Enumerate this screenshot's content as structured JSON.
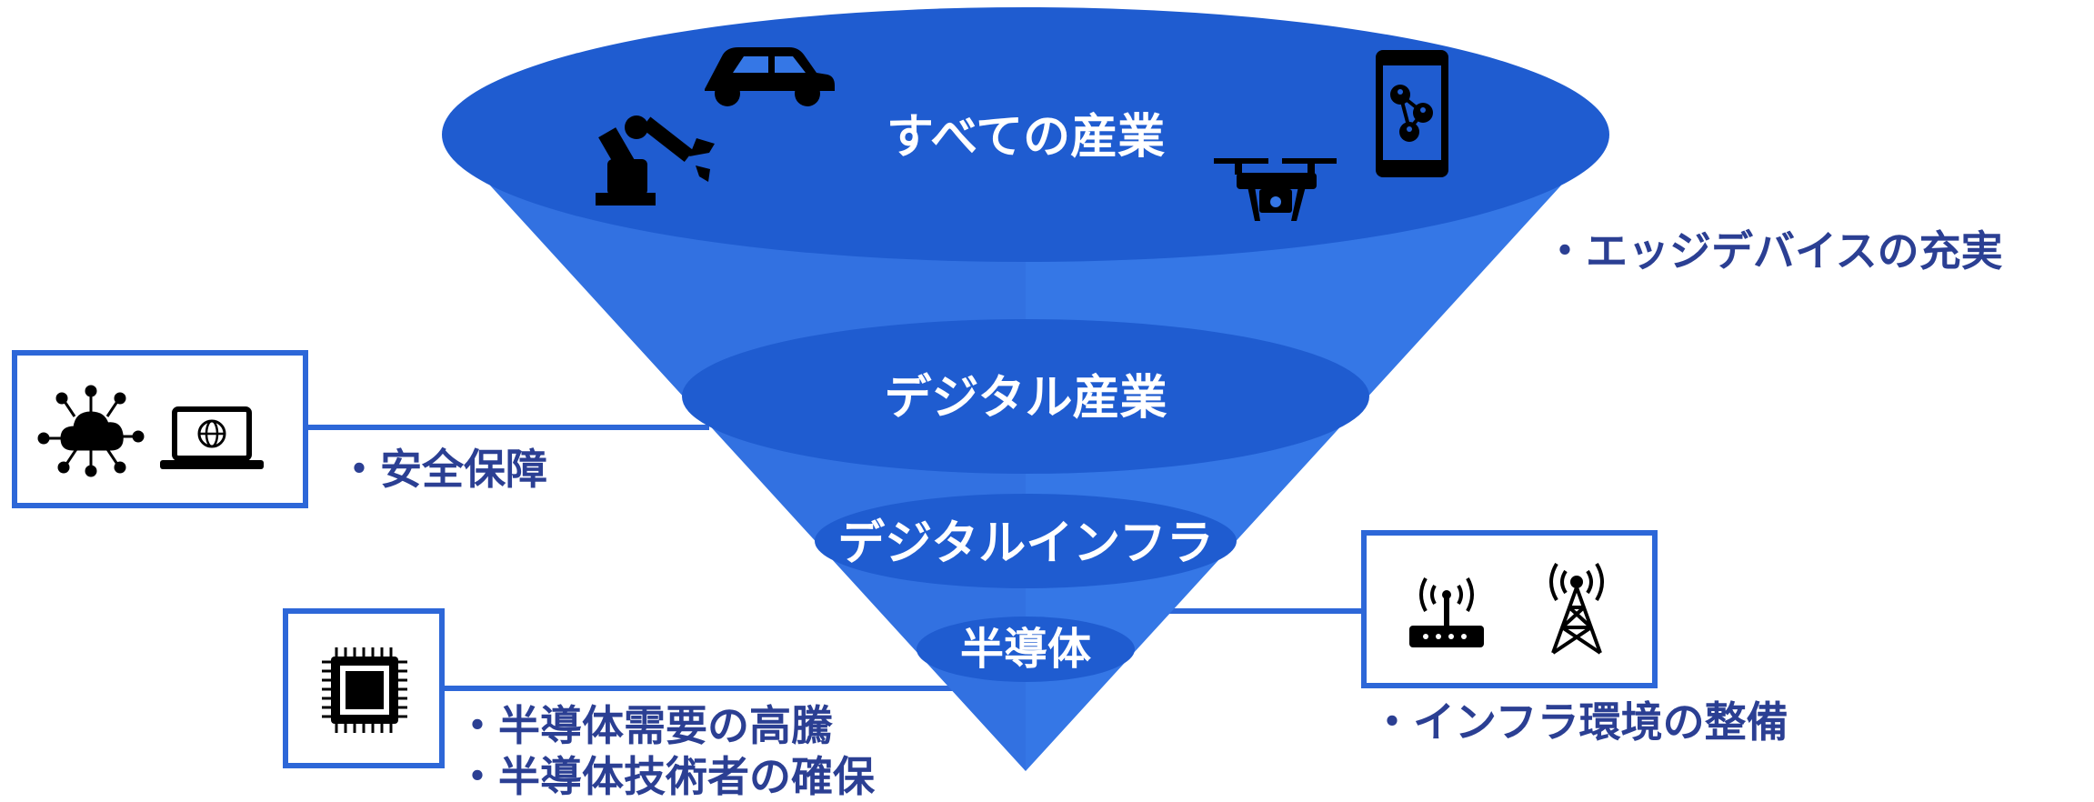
{
  "funnel": {
    "layers": [
      {
        "id": "all-industries",
        "label": "すべての産業"
      },
      {
        "id": "digital-industry",
        "label": "デジタル産業"
      },
      {
        "id": "digital-infra",
        "label": "デジタルインフラ"
      },
      {
        "id": "semiconductor",
        "label": "半導体"
      }
    ],
    "colors": {
      "cone": "#3577e6",
      "cone_dark": "#2c66d3",
      "ellipse": "#1f5cd0",
      "box_border": "#2d67d8",
      "text_blue": "#2b3f93"
    }
  },
  "callouts": {
    "edge_devices": "・エッジデバイスの充実",
    "security": "・安全保障",
    "semiconductor_demand": "・半導体需要の高騰",
    "semiconductor_engineers": "・半導体技術者の確保",
    "infra_environment": "・インフラ環境の整備"
  },
  "icons": {
    "top_layer": [
      "robot-arm-icon",
      "car-icon",
      "drone-icon",
      "smartphone-network-icon"
    ],
    "security_box": [
      "cloud-network-icon",
      "laptop-globe-icon"
    ],
    "semiconductor_box": [
      "chip-icon"
    ],
    "infra_box": [
      "wifi-router-icon",
      "cell-tower-icon"
    ]
  }
}
